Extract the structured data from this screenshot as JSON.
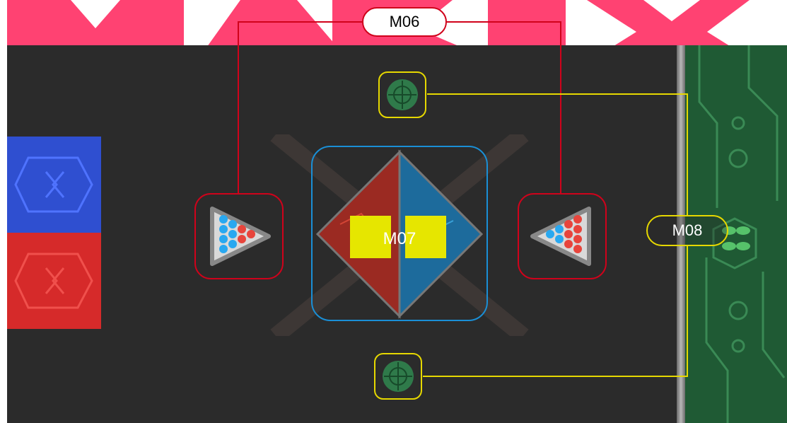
{
  "banner": {
    "text": "MAKE X",
    "color": "#ff2e63"
  },
  "labels": {
    "m06": "M06",
    "m07": "M07",
    "m08": "M08"
  },
  "colors": {
    "field": "#2b2b2b",
    "red_marker": "#d0021b",
    "yellow_marker": "#e6d800",
    "blue_marker": "#1a8fd6",
    "green_zone": "#1f5a34",
    "target_green": "#2f7a4a",
    "blue_mat": "#2f4fd0",
    "red_mat": "#d62a2a",
    "yellow_block": "#e6e600"
  },
  "icons": {
    "left_rack": "billiard-rack-icon",
    "right_rack": "billiard-rack-icon",
    "top_target": "crosshair-target-icon",
    "bottom_target": "crosshair-target-icon",
    "center": "diamond-zone-icon",
    "clover": "clover-icon"
  }
}
